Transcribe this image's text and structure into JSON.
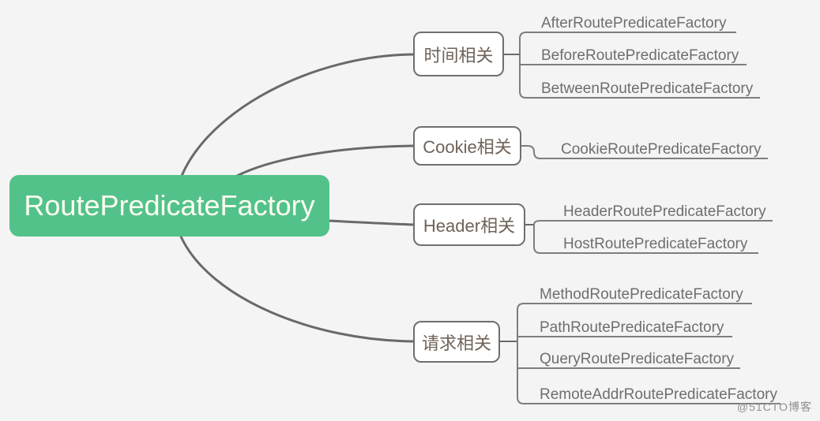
{
  "root": {
    "label": "RoutePredicateFactory"
  },
  "branches": [
    {
      "label": "时间相关",
      "children": [
        "AfterRoutePredicateFactory",
        "BeforeRoutePredicateFactory",
        "BetweenRoutePredicateFactory"
      ]
    },
    {
      "label": "Cookie相关",
      "children": [
        "CookieRoutePredicateFactory"
      ]
    },
    {
      "label": "Header相关",
      "children": [
        "HeaderRoutePredicateFactory",
        "HostRoutePredicateFactory"
      ]
    },
    {
      "label": "请求相关",
      "children": [
        "MethodRoutePredicateFactory",
        "PathRoutePredicateFactory",
        "QueryRoutePredicateFactory",
        "RemoteAddrRoutePredicateFactory"
      ]
    }
  ],
  "watermark": "@51CTO博客",
  "colors": {
    "background": "#f4f4f4",
    "root_bg": "#53c28a",
    "root_text": "#fdfdf2",
    "branch_box_bg": "#ffffff",
    "branch_box_border": "#6f6f6f",
    "branch_text": "#6f6358",
    "leaf_text": "#6e6e6e",
    "connector_line": "#696969",
    "watermark_text": "#909090"
  }
}
